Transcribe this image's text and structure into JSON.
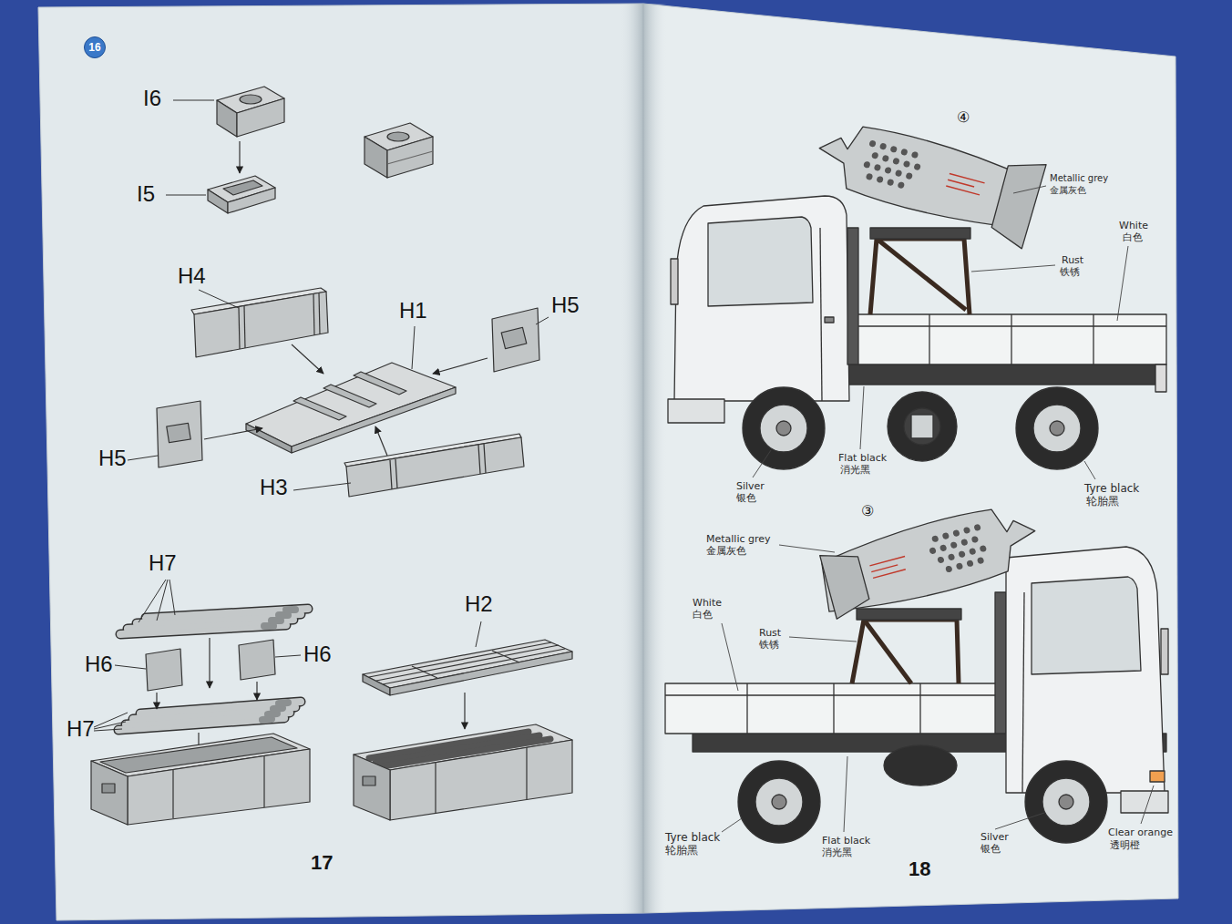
{
  "diagram": {
    "nodes": [
      {
        "text": [
          "16"
        ]
      }
    ],
    "labels": [
      "I6",
      "I5",
      "H4",
      "H1",
      "H5",
      "H5",
      "H3",
      "H7",
      "H6",
      "H6",
      "H7",
      "H2",
      "17",
      "④",
      "Metallic grey",
      "金属灰色",
      "White",
      "白色",
      "Rust",
      "铁锈",
      "Flat black",
      "消光黑",
      "Silver",
      "银色",
      "Tyre black",
      "轮胎黑",
      "③",
      "Metallic grey",
      "金属灰色",
      "White",
      "白色",
      "Rust",
      "铁锈",
      "Tyre black",
      "轮胎黑",
      "Flat black",
      "消光黑",
      "Silver",
      "银色",
      "Clear orange",
      "透明橙",
      "18"
    ]
  }
}
